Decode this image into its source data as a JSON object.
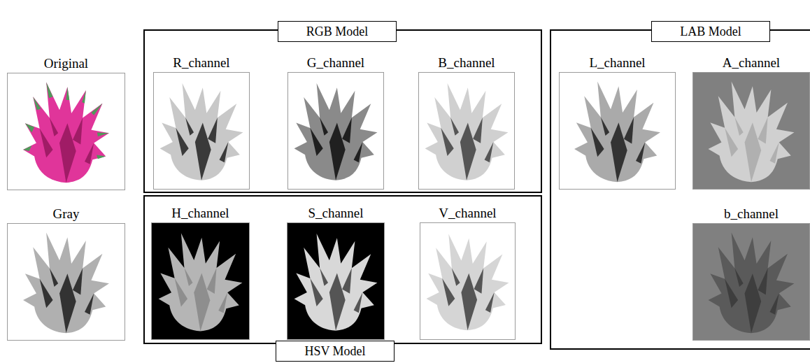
{
  "diagram": {
    "nodes": [
      {
        "text": [
          "Original"
        ]
      },
      {
        "text": [
          "Gray"
        ]
      },
      {
        "text": [
          "RGB Model"
        ]
      },
      {
        "text": [
          "R_channel"
        ],
        "in": 2
      },
      {
        "text": [
          "G_channel"
        ],
        "in": 2
      },
      {
        "text": [
          "B_channel"
        ],
        "in": 2
      },
      {
        "text": [
          "HSV Model"
        ]
      },
      {
        "text": [
          "H_channel"
        ],
        "in": 6
      },
      {
        "text": [
          "S_channel"
        ],
        "in": 6
      },
      {
        "text": [
          "V_channel"
        ],
        "in": 6
      },
      {
        "text": [
          "LAB Model"
        ]
      },
      {
        "text": [
          "L_channel"
        ],
        "in": 10
      },
      {
        "text": [
          "A_channel"
        ],
        "in": 10
      },
      {
        "text": [
          "b_channel"
        ],
        "in": 10
      }
    ]
  }
}
